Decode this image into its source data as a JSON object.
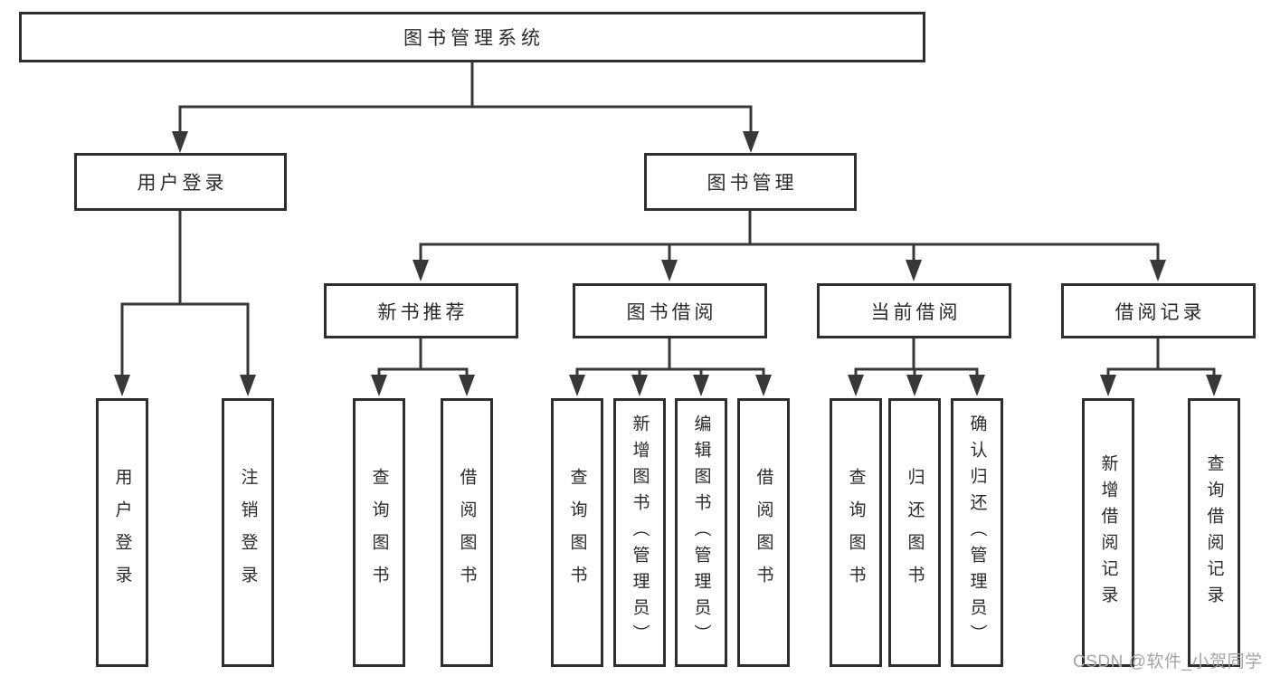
{
  "colors": {
    "background": "#ffffff",
    "line": "#383838",
    "box_border": "#2e2e2e",
    "text": "#2b2b2b",
    "watermark_text": "#a5a5a5"
  },
  "tree": {
    "label": "图书管理系统",
    "children": [
      {
        "label": "用户登录",
        "children": [
          {
            "label": "用户登录"
          },
          {
            "label": "注销登录"
          }
        ]
      },
      {
        "label": "图书管理",
        "children": [
          {
            "label": "新书推荐",
            "children": [
              {
                "label": "查询图书"
              },
              {
                "label": "借阅图书"
              }
            ]
          },
          {
            "label": "图书借阅",
            "children": [
              {
                "label": "查询图书"
              },
              {
                "label": "新增图书（管理员）"
              },
              {
                "label": "编辑图书（管理员）"
              },
              {
                "label": "借阅图书"
              }
            ]
          },
          {
            "label": "当前借阅",
            "children": [
              {
                "label": "查询图书"
              },
              {
                "label": "归还图书"
              },
              {
                "label": "确认归还（管理员）"
              }
            ]
          },
          {
            "label": "借阅记录",
            "children": [
              {
                "label": "新增借阅记录"
              },
              {
                "label": "查询借阅记录"
              }
            ]
          }
        ]
      }
    ]
  },
  "watermark": {
    "text": "CSDN @软件_小贺同学"
  }
}
